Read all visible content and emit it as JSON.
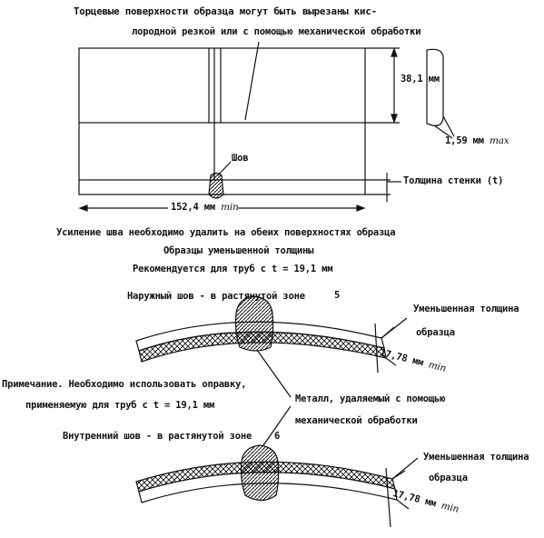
{
  "top_specimen": {
    "note_line1": "Торцевые поверхности образца могут быть вырезаны кис-",
    "note_line2": "лородной резкой или с помощью механической обработки",
    "width_dim": "38,1 мм",
    "edge_dim": "1,59 мм",
    "edge_dim_suffix": "max",
    "weld_label": "Шов",
    "wall_label": "Толщина стенки (t)",
    "length_dim": "152,4 мм",
    "length_dim_suffix": "min"
  },
  "captions": {
    "reinforcement": "Усиление шва необходимо удалить на обеих поверхностях образца",
    "reduced": "Образцы уменьшенной толщины",
    "recommended": "Рекомендуется для труб с t = 19,1 мм"
  },
  "specimen_5": {
    "title": "Наружный шов - в растянутой зоне",
    "number": "5",
    "reduced_label_line1": "Уменьшенная толщина",
    "reduced_label_line2": "образца",
    "thickness_dim": "17,78 мм",
    "thickness_suffix": "min"
  },
  "note": {
    "line1": "Примечание. Необходимо использовать оправку,",
    "line2": "применяемую для труб с t = 19,1 мм"
  },
  "metal_removed": {
    "line1": "Металл, удаляемый с помощью",
    "line2": "механической обработки"
  },
  "specimen_6": {
    "title": "Внутренний шов - в растянутой зоне",
    "number": "6",
    "reduced_label_line1": "Уменьшенная толщина",
    "reduced_label_line2": "образца",
    "thickness_dim": "17,78 мм",
    "thickness_suffix": "min"
  }
}
